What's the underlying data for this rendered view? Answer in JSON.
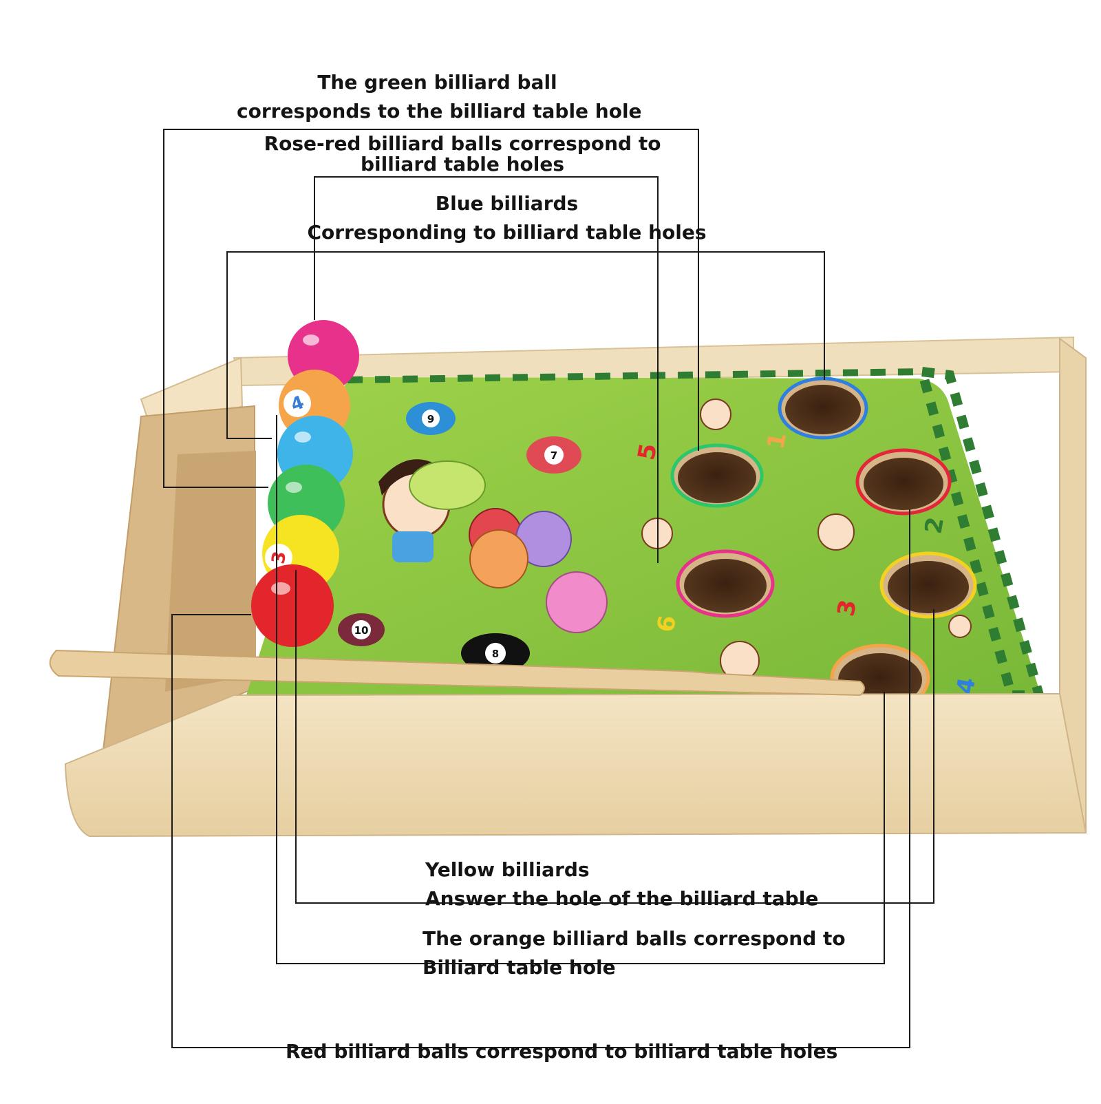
{
  "labels": {
    "green": [
      "The green billiard ball",
      "corresponds to the billiard table hole"
    ],
    "rose_red": [
      "Rose-red billiard balls correspond to",
      "billiard table holes"
    ],
    "blue": [
      "Blue billiards",
      "Corresponding to billiard table holes"
    ],
    "yellow": [
      "Yellow billiards",
      "Answer the hole of the billiard table"
    ],
    "orange": [
      "The orange billiard balls correspond to",
      "Billiard table hole"
    ],
    "red": [
      "Red billiard balls correspond to billiard table holes"
    ]
  },
  "balls": [
    {
      "color": "rose-red",
      "fill": "#e8318a"
    },
    {
      "color": "orange",
      "fill": "#f6a44a",
      "number": "4"
    },
    {
      "color": "blue",
      "fill": "#3fb4e8"
    },
    {
      "color": "green",
      "fill": "#3fbf5a"
    },
    {
      "color": "yellow",
      "fill": "#f6e321",
      "number": "3"
    },
    {
      "color": "red",
      "fill": "#e3262b"
    }
  ],
  "mat_tokens": [
    {
      "number": "9",
      "fill": "#2d8fd6"
    },
    {
      "number": "7",
      "fill": "#e04a55"
    },
    {
      "number": "10",
      "fill": "#7a2a3a"
    },
    {
      "number": "8",
      "fill": "#111111"
    }
  ],
  "hole_marks": [
    "1",
    "2",
    "3",
    "4",
    "5",
    "6"
  ],
  "colors": {
    "leader_line": "#1a1a1a",
    "mat": "#8cc63f",
    "wood": "#ecd9b4",
    "hole": "#4a2c16"
  }
}
